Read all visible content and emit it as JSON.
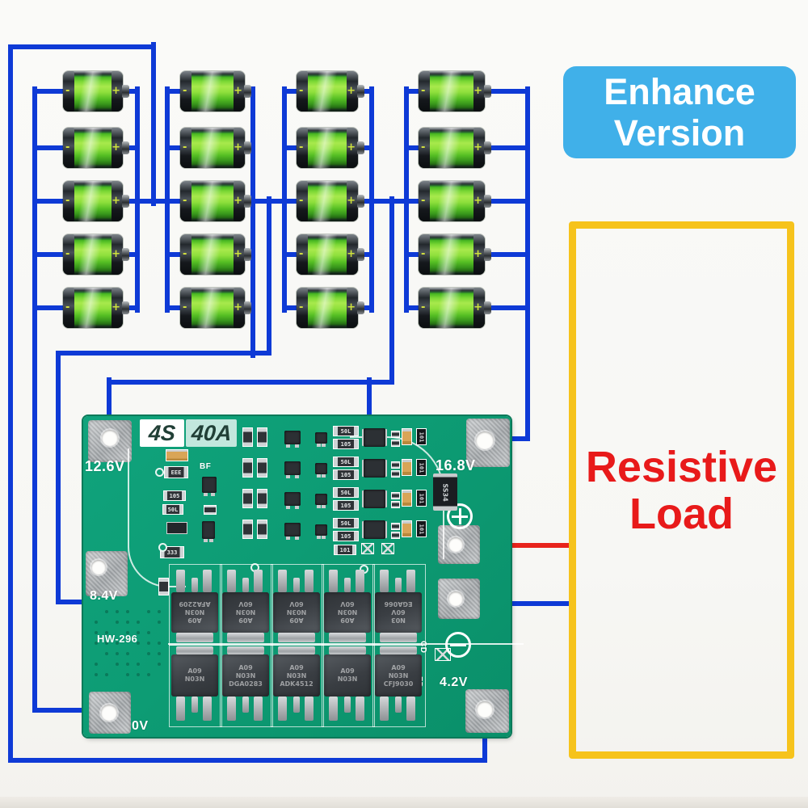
{
  "badge": {
    "line1": "Enhance",
    "line2": "Version"
  },
  "load_box": {
    "line1": "Resistive",
    "line2": "Load"
  },
  "pack": {
    "columns": 4,
    "rows_per_column": 5,
    "cell_count": 20,
    "minus": "-",
    "plus": "+"
  },
  "board": {
    "silk_model": "4S",
    "silk_current": "40A",
    "part_number": "HW-296",
    "terminals": {
      "top_left": "12.6V",
      "top_right": "16.8V",
      "mid_left": "8.4V",
      "bottom_left": "0V",
      "bottom_right": "4.2V"
    },
    "silk_bf": "BF",
    "silk_cd": "CD",
    "silk_fd": "FD",
    "diode_marking": "SS34",
    "smd": {
      "r105": "105",
      "r50l": "50L",
      "r101": "101",
      "r333": "333",
      "reee": "EEE"
    },
    "mosfets": {
      "top_row": [
        {
          "l1": "A09",
          "l2": "N03N",
          "l3": "AFA2209"
        },
        {
          "l1": "A09",
          "l2": "N03N",
          "l3": "60V"
        },
        {
          "l1": "A09",
          "l2": "N03N",
          "l3": "60V"
        },
        {
          "l1": "A09",
          "l2": "N03N",
          "l3": "60V"
        },
        {
          "l1": "N03",
          "l2": "60V",
          "l3": "EGA066"
        }
      ],
      "bottom_row": [
        {
          "l1": "A09",
          "l2": "N03N",
          "l3": ""
        },
        {
          "l1": "A09",
          "l2": "N03N",
          "l3": "DGA0283"
        },
        {
          "l1": "A09",
          "l2": "N03N",
          "l3": "ADK4512"
        },
        {
          "l1": "A09",
          "l2": "N03N",
          "l3": ""
        },
        {
          "l1": "A09",
          "l2": "N03N",
          "l3": "CFJ9030"
        }
      ]
    }
  },
  "colors": {
    "wire_blue": "#0e3ad6",
    "wire_red": "#e8241c",
    "pcb_green": "#0d9c74",
    "badge_blue": "#40b0e9",
    "load_yellow": "#f6c31c",
    "load_text_red": "#e81a1a",
    "battery_green": "#5ec62c"
  }
}
